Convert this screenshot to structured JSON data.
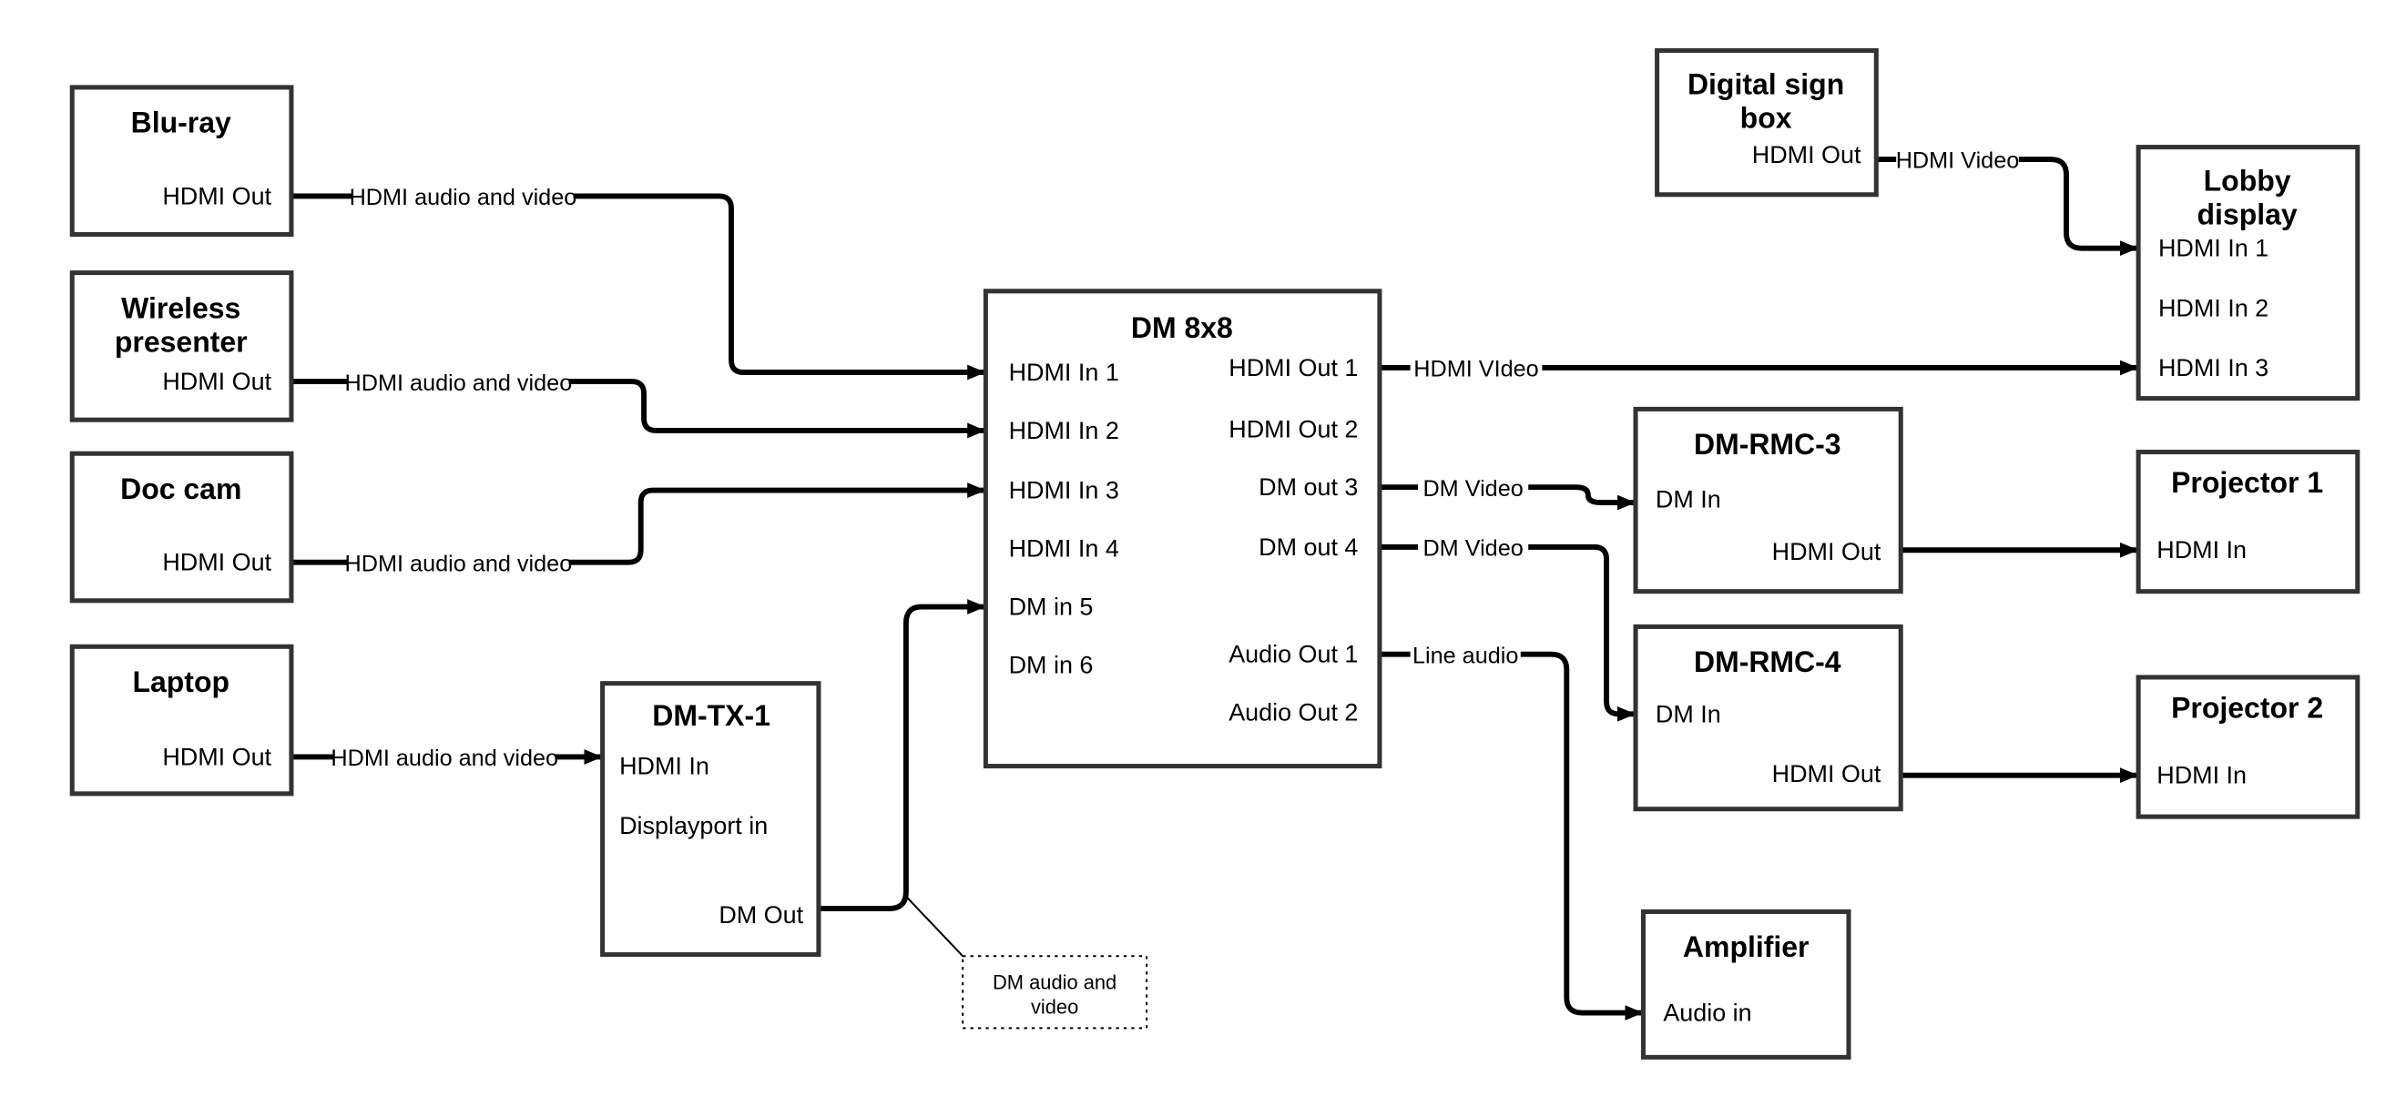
{
  "diagram": {
    "devices": {
      "blu_ray": {
        "title": "Blu-ray",
        "port": "HDMI Out"
      },
      "wireless_presenter": {
        "title_line1": "Wireless",
        "title_line2": "presenter",
        "port": "HDMI Out"
      },
      "doc_cam": {
        "title": "Doc cam",
        "port": "HDMI Out"
      },
      "laptop": {
        "title": "Laptop",
        "port": "HDMI Out"
      },
      "dm_tx_1": {
        "title": "DM-TX-1",
        "ports": [
          "HDMI In",
          "Displayport in",
          "DM Out"
        ]
      },
      "dm_8x8": {
        "title": "DM 8x8",
        "inputs": [
          "HDMI In 1",
          "HDMI In 2",
          "HDMI In 3",
          "HDMI In 4",
          "DM in 5",
          "DM in 6"
        ],
        "outputs": [
          "HDMI Out 1",
          "HDMI Out 2",
          "DM out 3",
          "DM out 4",
          "Audio Out 1",
          "Audio Out 2"
        ]
      },
      "digital_sign_box": {
        "title_line1": "Digital sign",
        "title_line2": "box",
        "port": "HDMI Out"
      },
      "lobby_display": {
        "title_line1": "Lobby",
        "title_line2": "display",
        "ports": [
          "HDMI In 1",
          "HDMI In 2",
          "HDMI In 3"
        ]
      },
      "dm_rmc_3": {
        "title": "DM-RMC-3",
        "ports": [
          "DM In",
          "HDMI Out"
        ]
      },
      "projector_1": {
        "title": "Projector 1",
        "port": "HDMI In"
      },
      "dm_rmc_4": {
        "title": "DM-RMC-4",
        "ports": [
          "DM In",
          "HDMI Out"
        ]
      },
      "projector_2": {
        "title": "Projector 2",
        "port": "HDMI In"
      },
      "amplifier": {
        "title": "Amplifier",
        "port": "Audio in"
      }
    },
    "edge_labels": {
      "blu_ray_to_dm8x8": "HDMI audio and video",
      "wireless_to_dm8x8": "HDMI audio and video",
      "doc_cam_to_dm8x8": "HDMI audio and video",
      "laptop_to_dmtx1": "HDMI audio and video",
      "hdmi_out1_to_lobby": "HDMI VIdeo",
      "digital_sign_to_lobby": "HDMI Video",
      "dm_out3_to_rmc3": "DM Video",
      "dm_out4_to_rmc4": "DM Video",
      "audio_out1_to_amp": "Line audio"
    },
    "callout": {
      "line1": "DM audio and",
      "line2": "video"
    },
    "colors": {
      "line": "#000000",
      "box_border": "#333333",
      "background": "#ffffff",
      "text": "#000000"
    }
  }
}
